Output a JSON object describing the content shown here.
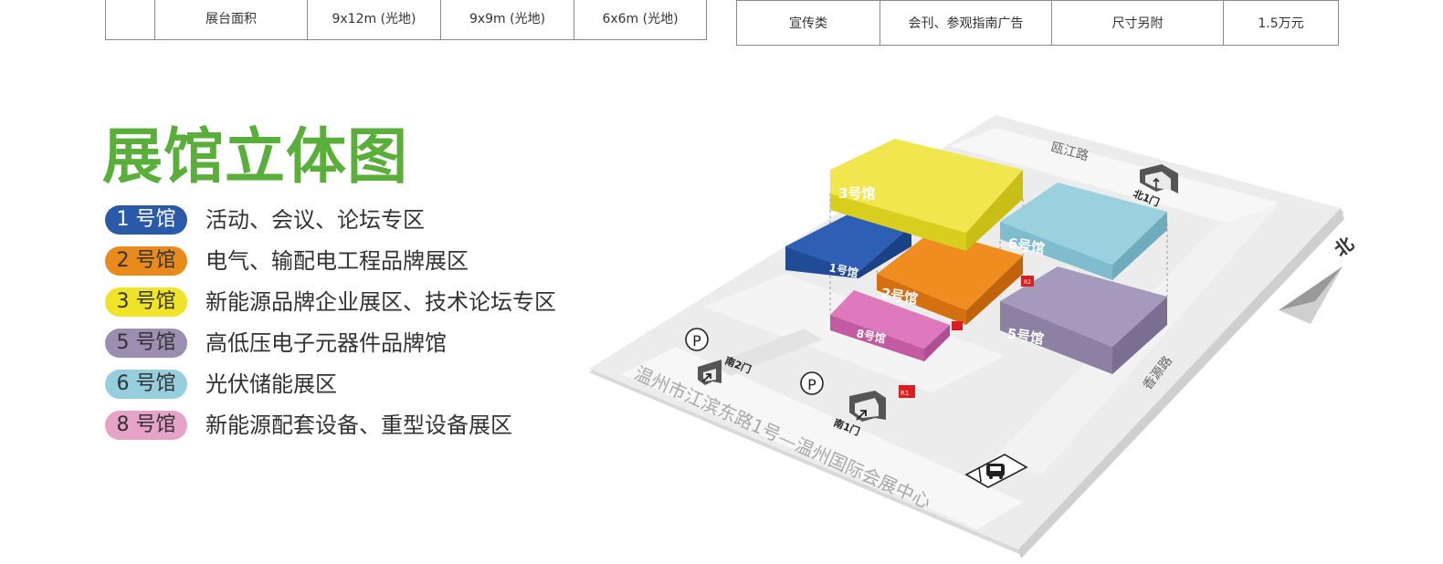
{
  "tables": {
    "left": [
      "",
      "展台面积",
      "9x12m (光地)",
      "9x9m (光地)",
      "6x6m (光地)"
    ],
    "right": [
      "宣传类",
      "会刊、参观指南广告",
      "尺寸另附",
      "1.5万元"
    ]
  },
  "title": "展馆立体图",
  "legend": [
    {
      "label": "1 号馆",
      "desc": "活动、会议、论坛专区",
      "bg": "#2b5aa8",
      "fg": "#ffffff"
    },
    {
      "label": "2 号馆",
      "desc": "电气、输配电工程品牌展区",
      "bg": "#e98a1c",
      "fg": "#333333"
    },
    {
      "label": "3 号馆",
      "desc": "新能源品牌企业展区、技术论坛专区",
      "bg": "#f0e428",
      "fg": "#333333"
    },
    {
      "label": "5 号馆",
      "desc": "高低压电子元器件品牌馆",
      "bg": "#9b8eb0",
      "fg": "#333333"
    },
    {
      "label": "6 号馆",
      "desc": "光伏储能展区",
      "bg": "#95cedd",
      "fg": "#333333"
    },
    {
      "label": "8 号馆",
      "desc": "新能源配套设备、重型设备展区",
      "bg": "#e6a3c8",
      "fg": "#333333"
    }
  ],
  "map": {
    "halls": {
      "h1": "1号馆",
      "h2": "2号馆",
      "h3": "3号馆",
      "h5": "5号馆",
      "h6": "6号馆",
      "h8": "8号馆"
    },
    "roads": {
      "top": "瓯江路",
      "right": "香源路",
      "bottom": "温州市江滨东路1号—温州国际会展中心"
    },
    "gates": {
      "north": "北1门",
      "south1": "南1门",
      "south2": "南2门"
    },
    "parking": "P",
    "entrances": {
      "r1": "R1",
      "r2": "R2"
    },
    "north": "北"
  }
}
